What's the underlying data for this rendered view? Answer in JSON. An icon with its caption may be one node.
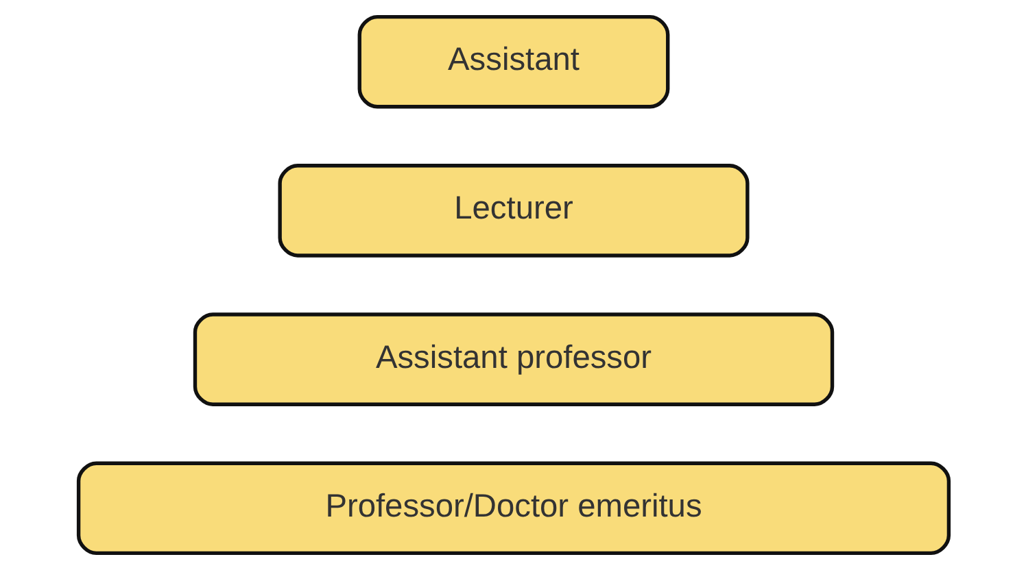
{
  "diagram": {
    "nodes": [
      {
        "text": [
          "Professor/Doctor emeritus"
        ]
      },
      {
        "text": [
          "Assistant professor"
        ]
      },
      {
        "text": [
          "Lecturer"
        ]
      },
      {
        "text": [
          "Assistant"
        ]
      }
    ]
  }
}
